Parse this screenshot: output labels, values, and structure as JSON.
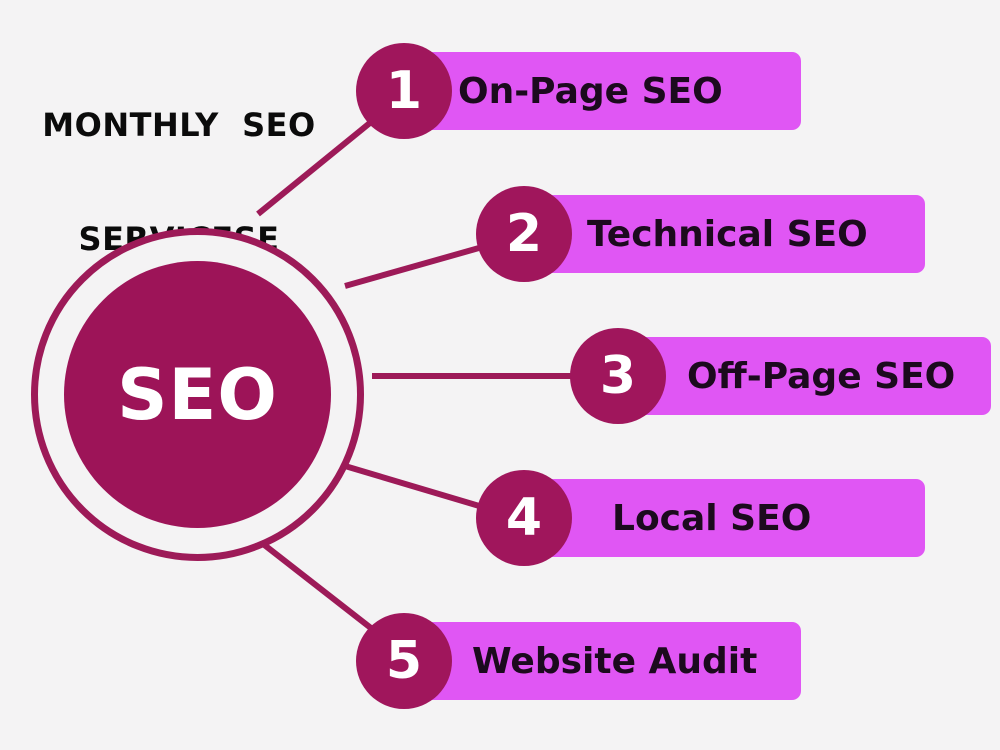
{
  "title": {
    "line1": "MONTHLY  SEO",
    "line2": "SERVICESE"
  },
  "hub": {
    "label": "SEO"
  },
  "items": [
    {
      "number": "1",
      "label": "On-Page SEO"
    },
    {
      "number": "2",
      "label": "Technical SEO"
    },
    {
      "number": "3",
      "label": "Off-Page SEO"
    },
    {
      "number": "4",
      "label": "Local SEO"
    },
    {
      "number": "5",
      "label": "Website Audit"
    }
  ],
  "colors": {
    "background": "#f4f3f4",
    "hub": "#9d1458",
    "number_circle": "#a0165c",
    "bar": "#e056f4",
    "bar_text": "#1c0a1e",
    "title_text": "#0b0b0b"
  }
}
